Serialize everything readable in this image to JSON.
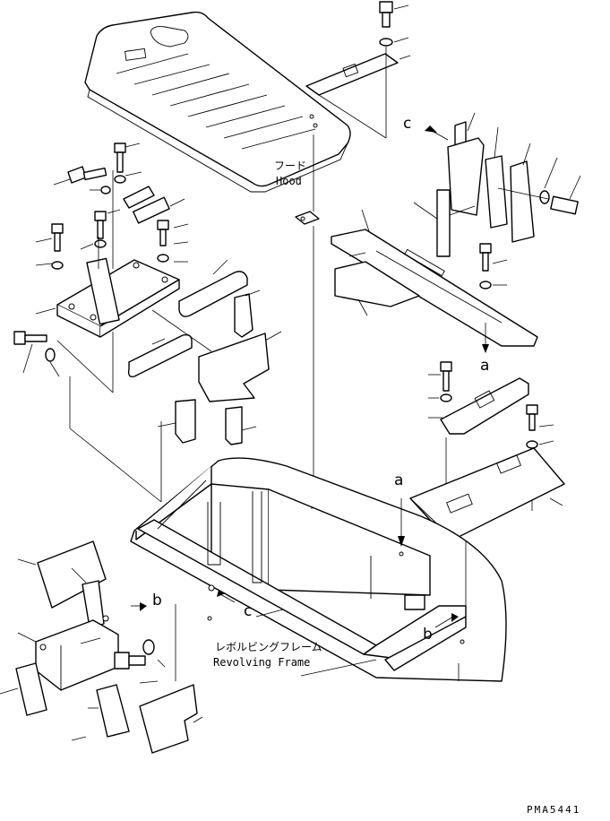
{
  "labels": {
    "hood_jp": "フード",
    "hood_en": "Hood",
    "frame_jp": "レボルビングフレーム",
    "frame_en": "Revolving Frame",
    "ref_a_top": "a",
    "ref_a_mid": "a",
    "ref_b_left": "b",
    "ref_b_right": "b",
    "ref_c_top": "c",
    "ref_c_mid": "c",
    "drawing_code": "PMA5441"
  }
}
